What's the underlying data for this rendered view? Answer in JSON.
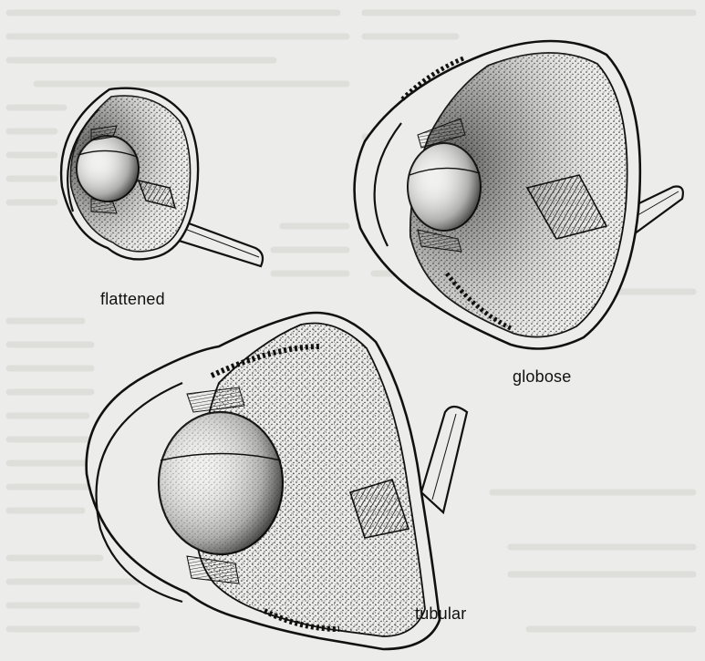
{
  "figure": {
    "labels": {
      "flattened": "flattened",
      "globose": "globose",
      "tubular": "tubular"
    }
  },
  "colors": {
    "paper": "#ececea",
    "ink": "#111111",
    "stipple": "#222222",
    "bleed_through": "#cfcfcc"
  }
}
